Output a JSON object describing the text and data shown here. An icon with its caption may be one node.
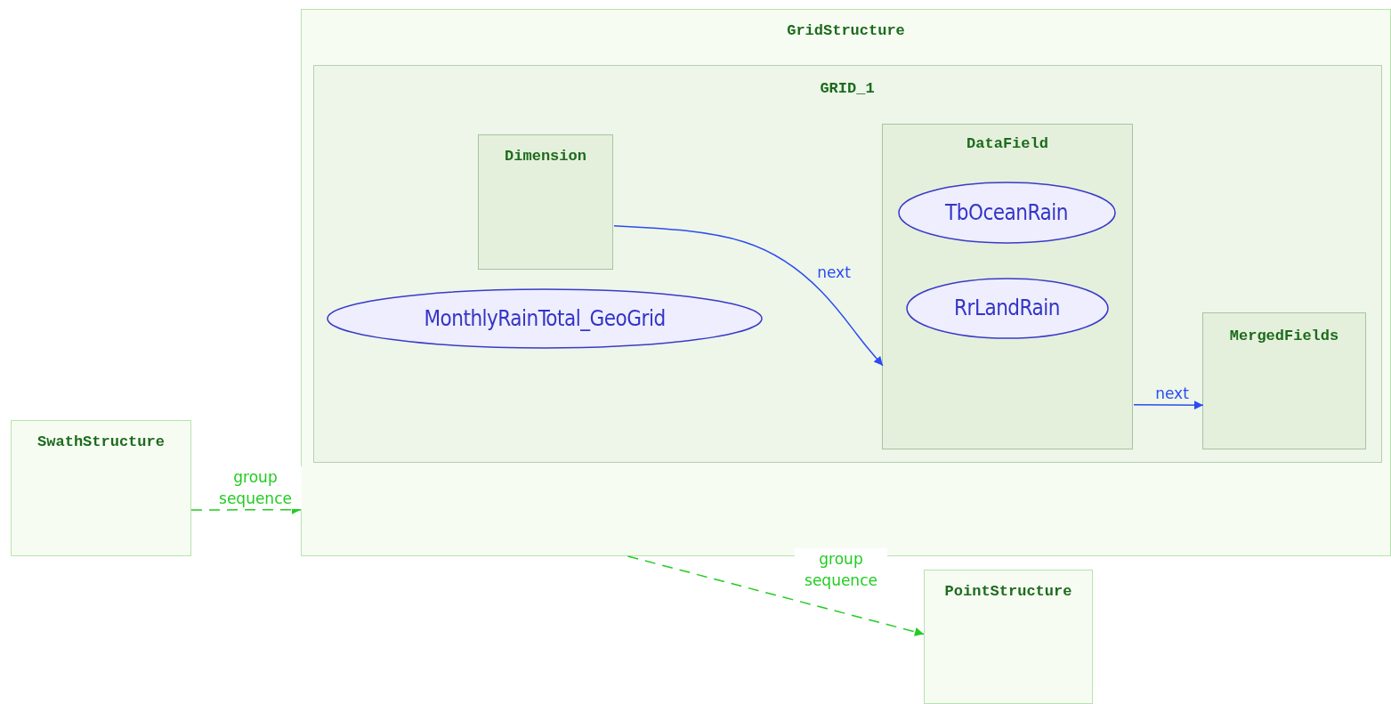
{
  "diagram": {
    "nodes": [
      {
        "text": [
          "GridStructure"
        ]
      },
      {
        "text": [
          "GRID_1"
        ],
        "in": 0
      },
      {
        "text": [
          "Dimension"
        ],
        "in": 1
      },
      {
        "text": [
          "DataField"
        ],
        "in": 1
      },
      {
        "text": [
          "TbOceanRain"
        ],
        "in": 3
      },
      {
        "text": [
          "RrLandRain"
        ],
        "in": 3
      },
      {
        "text": [
          "MonthlyRainTotal_GeoGrid"
        ],
        "in": 1
      },
      {
        "text": [
          "MergedFields"
        ],
        "in": 1
      },
      {
        "text": [
          "SwathStructure"
        ]
      },
      {
        "text": [
          "PointStructure"
        ]
      }
    ],
    "edges": [
      {
        "from": 2,
        "to": 3,
        "arrow": "to",
        "label": "next",
        "color": "#2b4cf0"
      },
      {
        "from": 3,
        "to": 7,
        "arrow": "to",
        "label": "next",
        "color": "#2b4cf0"
      },
      {
        "from": 8,
        "to": 0,
        "arrow": "to",
        "label": "group sequence",
        "style": "dashed",
        "color": "#22cc22"
      },
      {
        "from": 0,
        "to": 9,
        "arrow": "to",
        "label": "group sequence",
        "style": "dashed",
        "color": "#22cc22"
      }
    ]
  }
}
